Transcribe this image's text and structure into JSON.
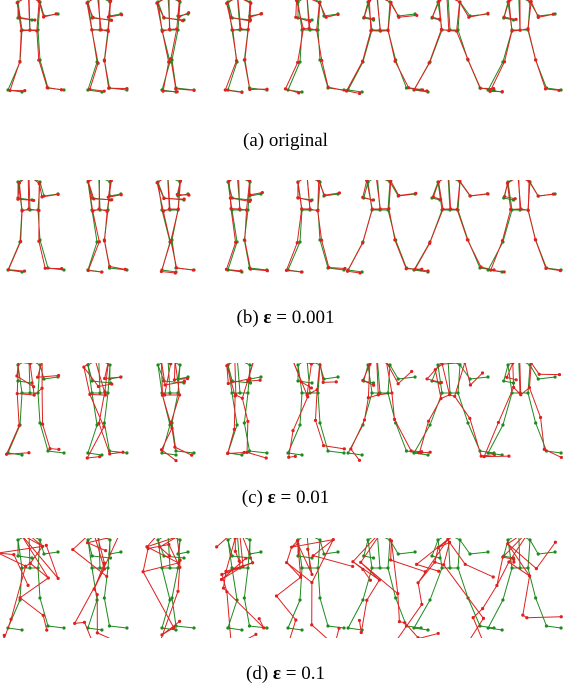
{
  "colors": {
    "green": "#1e8a1e",
    "red": "#e02020"
  },
  "rows": [
    {
      "prefix": "(a)",
      "label": "original",
      "epsilon": null,
      "perturbation": 0.0
    },
    {
      "prefix": "(b)",
      "label": "",
      "epsilon": "0.001",
      "perturbation": 0.001
    },
    {
      "prefix": "(c)",
      "label": "",
      "epsilon": "0.01",
      "perturbation": 0.01
    },
    {
      "prefix": "(d)",
      "label": "",
      "epsilon": "0.1",
      "perturbation": 0.1
    }
  ],
  "frames_per_row": 8,
  "epsilon_symbol": "ε",
  "equals": "="
}
